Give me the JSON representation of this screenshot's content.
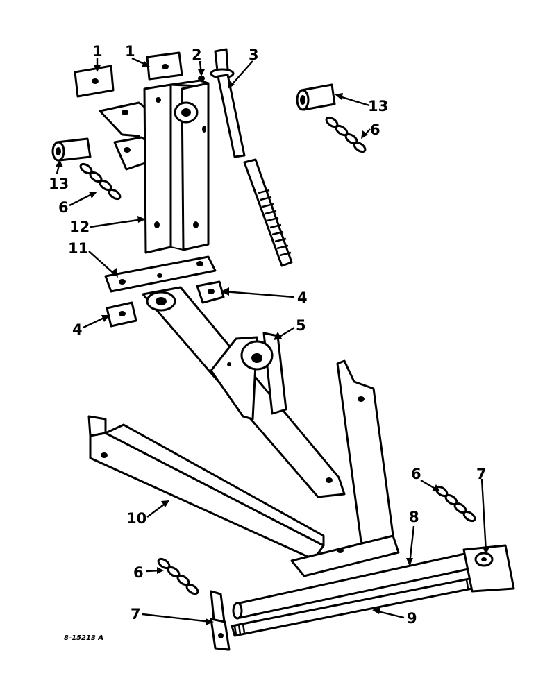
{
  "diagram": {
    "drawing_number": "8-15213 A",
    "callouts": [
      {
        "id": "c1a",
        "label": "1"
      },
      {
        "id": "c1b",
        "label": "1"
      },
      {
        "id": "c2",
        "label": "2"
      },
      {
        "id": "c3",
        "label": "3"
      },
      {
        "id": "c13a",
        "label": "13"
      },
      {
        "id": "c6a",
        "label": "6"
      },
      {
        "id": "c13b",
        "label": "13"
      },
      {
        "id": "c6b",
        "label": "6"
      },
      {
        "id": "c12",
        "label": "12"
      },
      {
        "id": "c11",
        "label": "11"
      },
      {
        "id": "c4a",
        "label": "4"
      },
      {
        "id": "c4b",
        "label": "4"
      },
      {
        "id": "c5",
        "label": "5"
      },
      {
        "id": "c6c",
        "label": "6"
      },
      {
        "id": "c7a",
        "label": "7"
      },
      {
        "id": "c10",
        "label": "10"
      },
      {
        "id": "c8",
        "label": "8"
      },
      {
        "id": "c6d",
        "label": "6"
      },
      {
        "id": "c7b",
        "label": "7"
      },
      {
        "id": "c9",
        "label": "9"
      }
    ]
  }
}
